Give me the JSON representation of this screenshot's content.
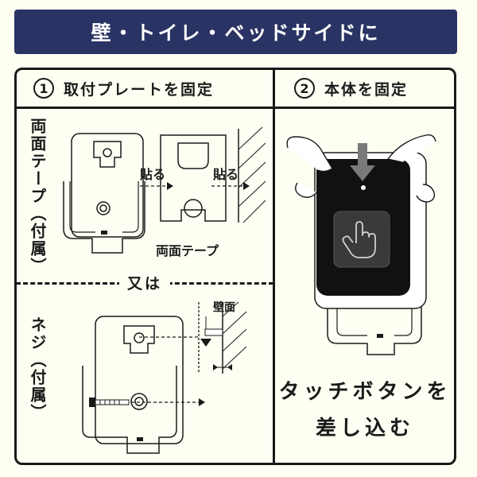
{
  "header": {
    "title": "壁・トイレ・ベッドサイドに"
  },
  "step1": {
    "number": "1",
    "title": "取付プレートを固定"
  },
  "step2": {
    "number": "2",
    "title": "本体を固定"
  },
  "left_top": {
    "vertical_label": "両面テープ（付属）",
    "paste_label_1": "貼る",
    "paste_label_2": "貼る",
    "tape_label": "両面テープ"
  },
  "separator": {
    "label": "又は"
  },
  "left_bottom": {
    "vertical_label": "ネジ（付属）",
    "wall_label": "壁面"
  },
  "right": {
    "caption_line1": "タッチボタンを",
    "caption_line2": "差し込む"
  },
  "colors": {
    "header_bg": "#2a3464",
    "header_text": "#ffffff",
    "background": "#fffef2",
    "device": "#111111",
    "outline": "#1a1a1a"
  },
  "icons": [
    "push-arrow-icon",
    "hand-pointer-icon",
    "screw-icon"
  ]
}
